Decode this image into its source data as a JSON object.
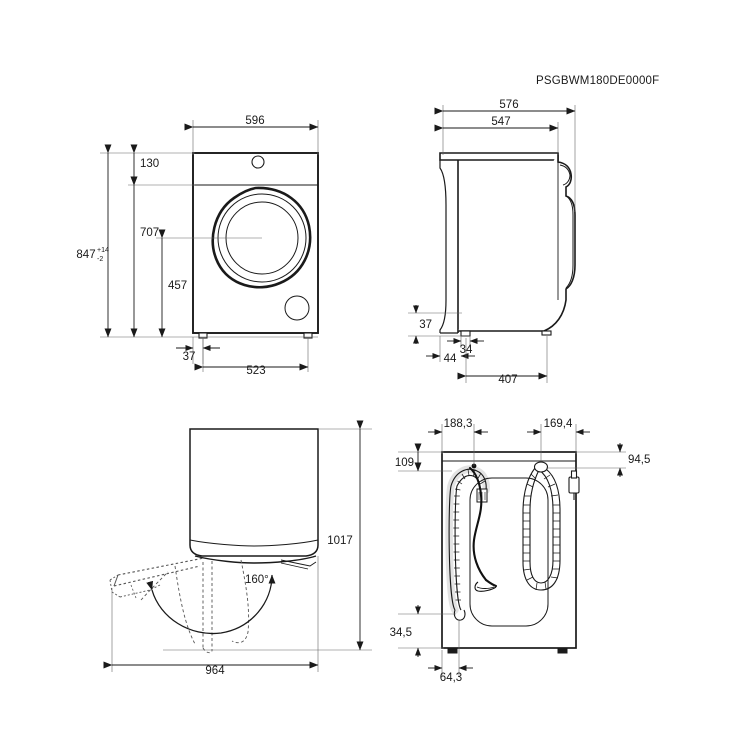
{
  "drawing": {
    "product_code": "PSGBWM180DE0000F",
    "units": "mm",
    "colors": {
      "line": "#1a1a1a",
      "thin": "#555555",
      "background": "#ffffff"
    }
  },
  "views": {
    "front": {
      "name": "front-view",
      "dimensions": {
        "width": "596",
        "panel_height": "130",
        "door_center_height": "707",
        "total_height_value": "847",
        "total_height_tol_plus": "+14",
        "total_height_tol_minus": "-2",
        "door_axis_height": "457",
        "foot_inset": "37",
        "feet_span": "523"
      }
    },
    "side": {
      "name": "side-view",
      "dimensions": {
        "depth_overall": "576",
        "depth_body": "547",
        "foot_height": "37",
        "foot_width": "34",
        "rear_inset": "44",
        "feet_span": "407"
      }
    },
    "top": {
      "name": "top-view-door-open",
      "dimensions": {
        "door_open_angle": "160°",
        "depth_with_door": "964",
        "width_with_door": "1017"
      }
    },
    "rear": {
      "name": "rear-view",
      "dimensions": {
        "drain_hose_from_left": "188,3",
        "inlet_hose_from_right": "169,4",
        "drain_hose_top": "109",
        "inlet_hose_top": "94,5",
        "drain_hose_bottom": "34,5",
        "drain_hose_offset": "64,3"
      }
    }
  }
}
